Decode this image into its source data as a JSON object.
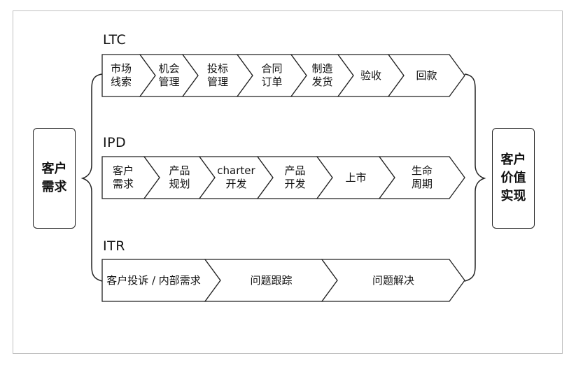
{
  "left_box": {
    "label": "客户\n需求"
  },
  "right_box": {
    "label": "客户\n价值\n实现"
  },
  "processes": [
    {
      "name": "LTC",
      "stages": [
        "市场\n线索",
        "机会\n管理",
        "投标\n管理",
        "合同\n订单",
        "制造\n发货",
        "验收",
        "回款"
      ]
    },
    {
      "name": "IPD",
      "stages": [
        "客户\n需求",
        "产品\n规划",
        "charter\n开发",
        "产品\n开发",
        "上市",
        "生命\n周期"
      ]
    },
    {
      "name": "ITR",
      "stages": [
        "客户投诉 / 内部需求",
        "问题跟踪",
        "问题解决"
      ]
    }
  ]
}
